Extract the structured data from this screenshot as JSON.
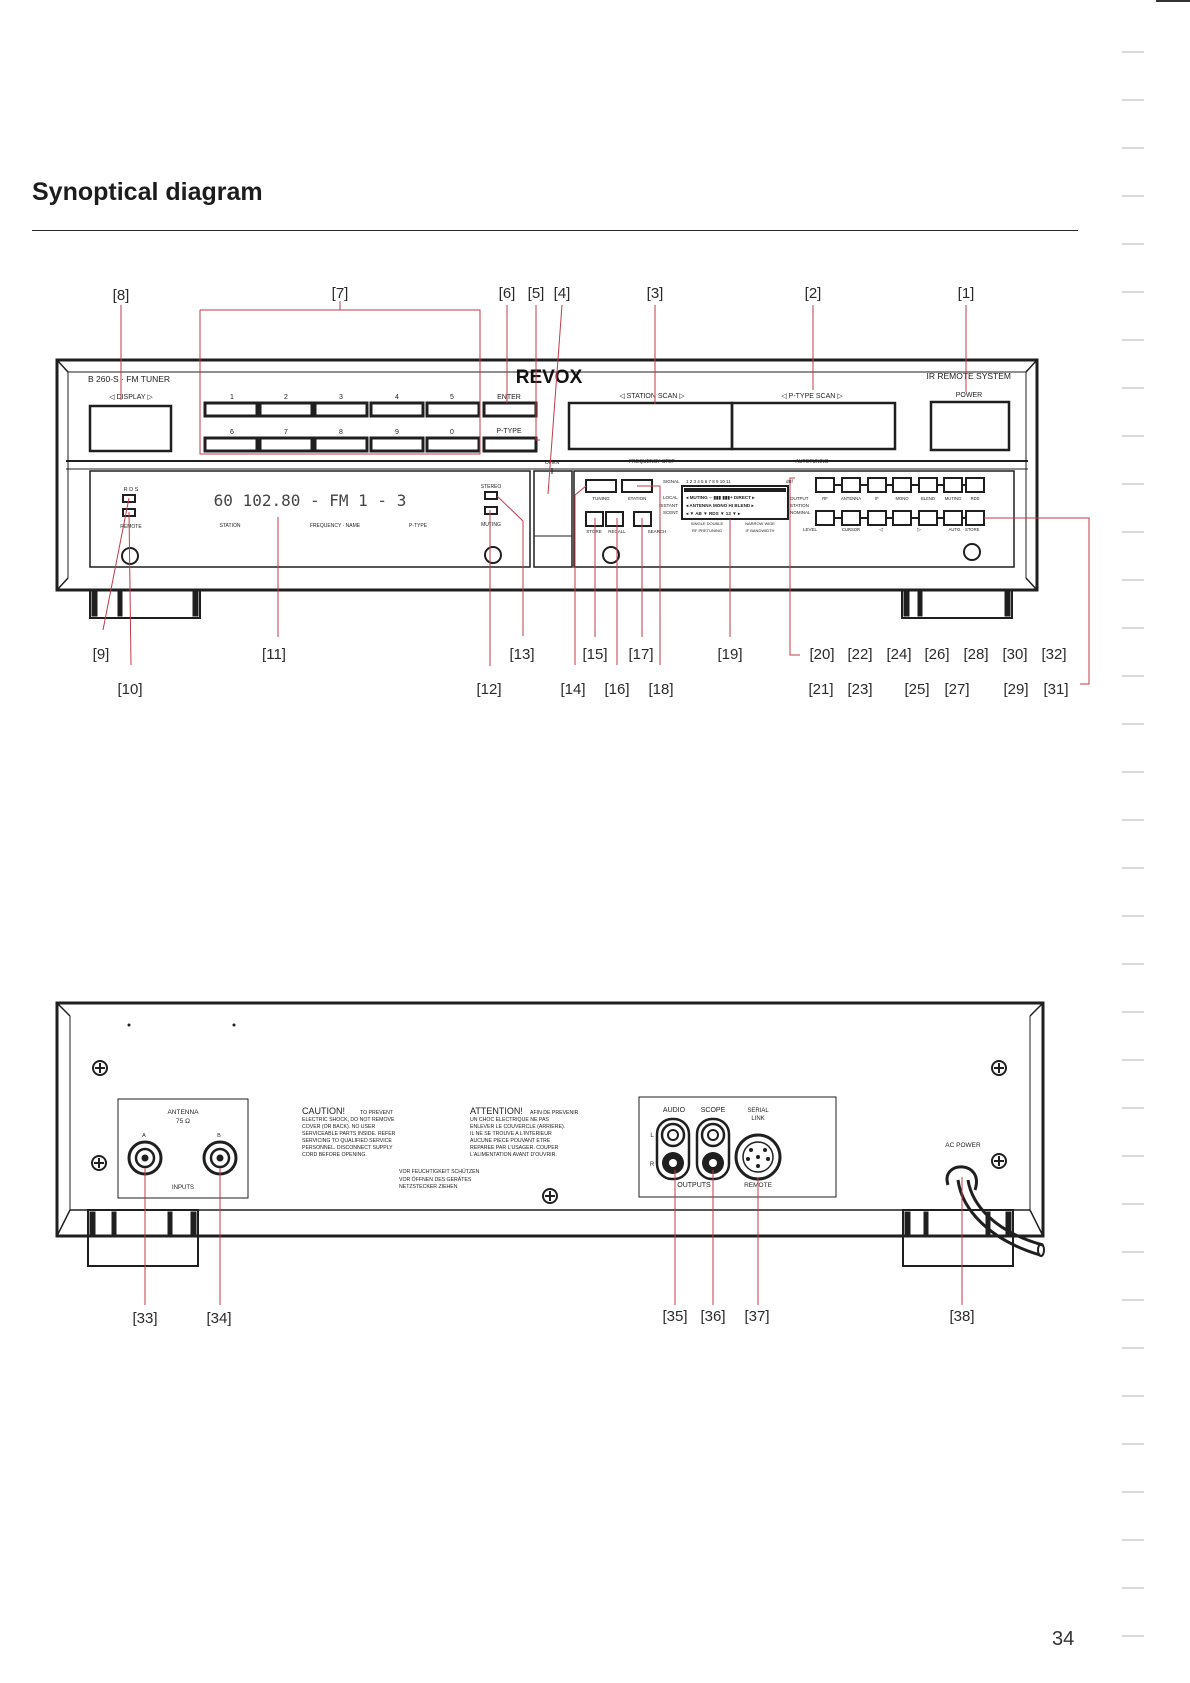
{
  "page": {
    "title": "Synoptical diagram",
    "number": "34"
  },
  "front": {
    "brand": "REVOX",
    "model": "B 260-S · FM TUNER",
    "ir_remote": "IR REMOTE SYSTEM",
    "power": "POWER",
    "display_label": "◁  DISPLAY  ▷",
    "enter": "ENTER",
    "ptype": "P-TYPE",
    "open": "OPEN",
    "station_scan": "◁        STATION SCAN        ▷",
    "ptype_scan": "◁        P-TYPE SCAN        ▷",
    "frequency_step": "FREQUENCY STEP",
    "autotuning": "AUTOTUNING",
    "preset_numbers_top": [
      "1",
      "2",
      "3",
      "4",
      "5"
    ],
    "preset_numbers_bottom": [
      "6",
      "7",
      "8",
      "9",
      "0"
    ],
    "rds": "R D S",
    "remote": "REMOTE",
    "stereo": "STEREO",
    "muting": "MUTING",
    "display_text": "60  102.80  -  FM 1  -  3",
    "display_station": "STATION",
    "display_freq_name": "FREQUENCY · NAME",
    "display_ptype": "P-TYPE",
    "tuning": "TUNING",
    "station": "STATION",
    "store": "STORE",
    "recall": "RECALL",
    "search": "SEARCH",
    "local": "LOCAL",
    "distant": "DISTANT",
    "scent": "SCENT",
    "signal": "SIGNAL",
    "signal_scale": "1  2  3  4  5  6  7  8  9  10  11",
    "hfm": "dBf",
    "lcd_line1": "◂ MUTING ─ ▮▮▮ ▮▮▮+ DIRECT ▸",
    "lcd_line2": "◂ ANTENNA  MONO  HI BLEND ▸",
    "lcd_line3": "◂  ▼  AB ▼   RDS   ▼  12  ▼  ▸",
    "single_double": "SINGLE  DOUBLE",
    "narrow_wide": "NARROW  WIDE",
    "rf_pretuning": "RF PRETUNING",
    "if_bandwidth": "IF BANDWIDTH",
    "output": "OUTPUT",
    "station2": "STATION",
    "nominal": "NOMINAL",
    "level": "LEVEL",
    "autotuning_labels": [
      "RF",
      "ANTENNA",
      "IF",
      "MONO",
      "BLEND",
      "MUTING",
      "RDS"
    ],
    "cursor": "CURSOR",
    "autostore": "AUTO. · STORE",
    "left_tri": "◁",
    "right_tri": "▷"
  },
  "rear": {
    "antenna": "ANTENNA",
    "ohm": "75 Ω",
    "a": "A",
    "b": "B",
    "inputs": "INPUTS",
    "caution_head": "CAUTION!",
    "caution_lines": [
      "TO PREVENT",
      "ELECTRIC SHOCK, DO NOT REMOVE",
      "COVER (OR BACK). NO USER",
      "SERVICEABLE PARTS INSIDE. REFER",
      "SERVICING TO QUALIFIED SERVICE",
      "PERSONNEL. DISCONNECT SUPPLY",
      "CORD BEFORE OPENING."
    ],
    "attention_head": "ATTENTION!",
    "attention_lines": [
      "AFIN DE PREVENIR",
      "UN CHOC ELECTRIQUE NE PAS",
      "ENLEVER LE COUVERCLE (ARRIERE).",
      "IL NE SE TROUVE A L'INTERIEUR",
      "AUCUNE PIECE POUVANT ETRE",
      "REPAREE PAR L'USAGER. COUPER",
      "L'ALIMENTATION AVANT D'OUVRIR."
    ],
    "german_lines": [
      "VOR FEUCHTIGKEIT SCHÜTZEN",
      "VOR ÖFFNEN DES GERÄTES",
      "NETZSTECKER ZIEHEN"
    ],
    "audio": "AUDIO",
    "scope": "SCOPE",
    "serial": "SERIAL",
    "link": "LINK",
    "l": "L",
    "r": "R",
    "outputs": "OUTPUTS",
    "remote": "REMOTE",
    "ac_power": "AC POWER"
  },
  "callouts": {
    "c1": "[1]",
    "c2": "[2]",
    "c3": "[3]",
    "c4": "[4]",
    "c5": "[5]",
    "c6": "[6]",
    "c7": "[7]",
    "c8": "[8]",
    "c9": "[9]",
    "c10": "[10]",
    "c11": "[11]",
    "c12": "[12]",
    "c13": "[13]",
    "c14": "[14]",
    "c15": "[15]",
    "c16": "[16]",
    "c17": "[17]",
    "c18": "[18]",
    "c19": "[19]",
    "c20": "[20]",
    "c21": "[21]",
    "c22": "[22]",
    "c23": "[23]",
    "c24": "[24]",
    "c25": "[25]",
    "c26": "[26]",
    "c27": "[27]",
    "c28": "[28]",
    "c29": "[29]",
    "c30": "[30]",
    "c31": "[31]",
    "c32": "[32]",
    "c33": "[33]",
    "c34": "[34]",
    "c35": "[35]",
    "c36": "[36]",
    "c37": "[37]",
    "c38": "[38]"
  },
  "colors": {
    "leader": "#c23b4a",
    "ink": "#1f1f1f"
  }
}
